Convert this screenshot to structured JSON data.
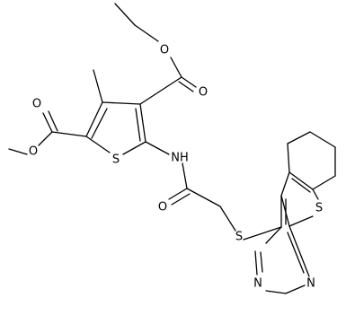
{
  "molecule": {
    "atoms": {
      "o_ethyl_carbonyl": "O",
      "o_ethyl_ester": "O",
      "o_methyl_carbonyl": "O",
      "o_methyl_ester": "O",
      "s_thiophene": "S",
      "nh_amide": "NH",
      "o_amide": "O",
      "s_thioether": "S",
      "s_benzothiophene": "S",
      "n_pyrimidine_1": "N",
      "n_pyrimidine_2": "N"
    }
  }
}
